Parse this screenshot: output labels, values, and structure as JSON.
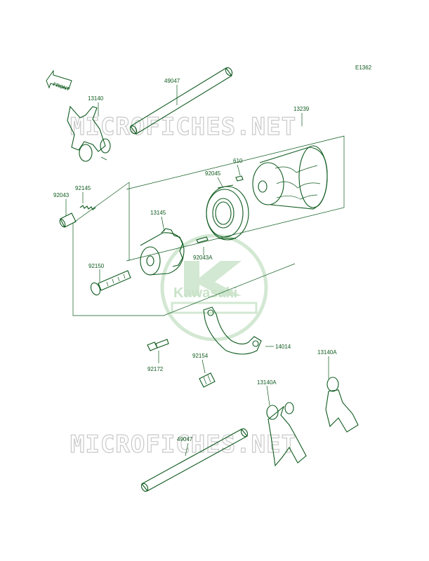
{
  "diagram_code": "E1362",
  "front_label": "FRONT",
  "watermark": "MICROFICHES.NET",
  "logo_text": "Kawasaki",
  "parts": [
    {
      "id": "p49047a",
      "number": "49047"
    },
    {
      "id": "p13140",
      "number": "13140"
    },
    {
      "id": "p13239",
      "number": "13239"
    },
    {
      "id": "p610",
      "number": "610"
    },
    {
      "id": "p92045",
      "number": "92045"
    },
    {
      "id": "p92145",
      "number": "92145"
    },
    {
      "id": "p92043",
      "number": "92043"
    },
    {
      "id": "p13145",
      "number": "13145"
    },
    {
      "id": "p92043a",
      "number": "92043A"
    },
    {
      "id": "p92150",
      "number": "92150"
    },
    {
      "id": "p14014",
      "number": "14014"
    },
    {
      "id": "p13140a1",
      "number": "13140A"
    },
    {
      "id": "p92154",
      "number": "92154"
    },
    {
      "id": "p92172",
      "number": "92172"
    },
    {
      "id": "p13140a2",
      "number": "13140A"
    },
    {
      "id": "p49047b",
      "number": "49047"
    }
  ]
}
